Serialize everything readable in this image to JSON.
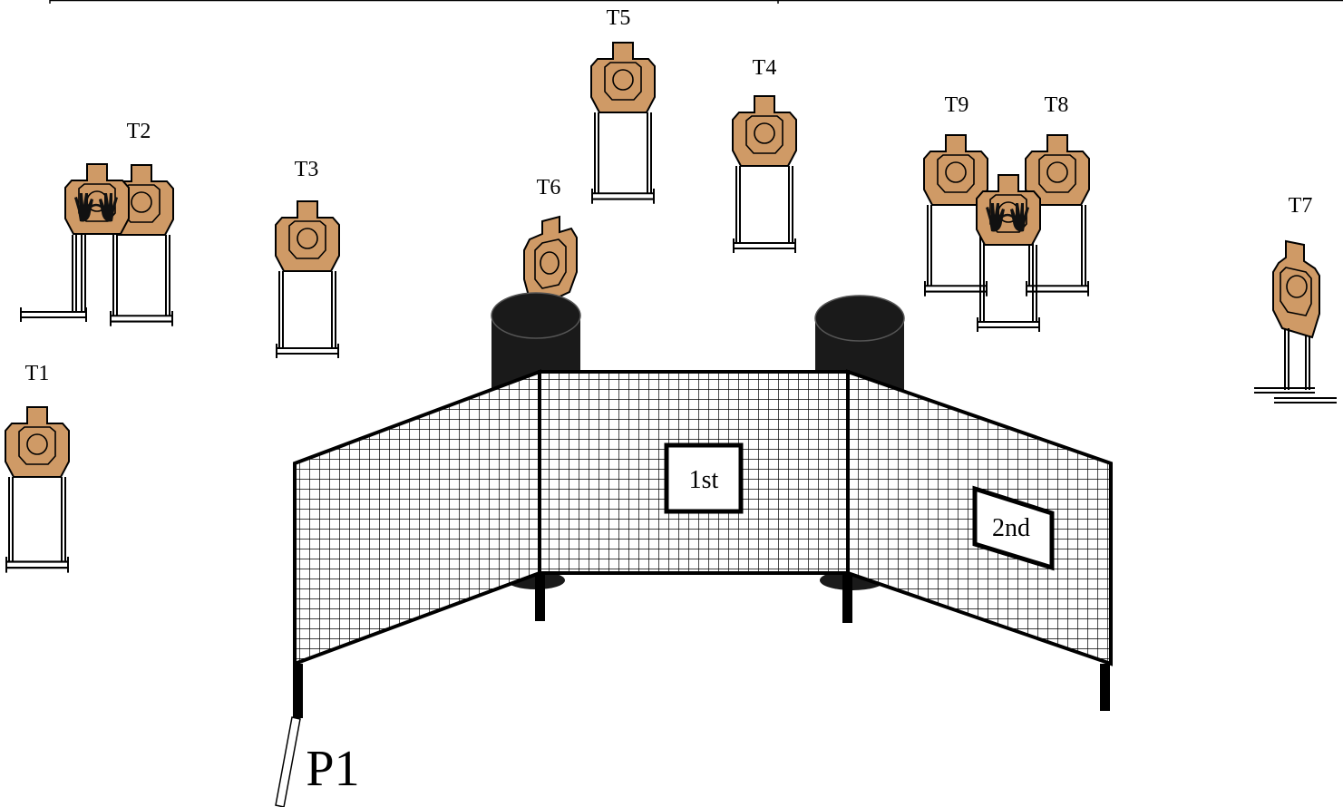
{
  "targets": [
    {
      "id": "t1",
      "label": "T1",
      "no_shoot": false
    },
    {
      "id": "t2",
      "label": "T2",
      "no_shoot": true
    },
    {
      "id": "t3",
      "label": "T3",
      "no_shoot": false
    },
    {
      "id": "t4",
      "label": "T4",
      "no_shoot": false
    },
    {
      "id": "t5",
      "label": "T5",
      "no_shoot": false
    },
    {
      "id": "t6",
      "label": "T6",
      "no_shoot": false
    },
    {
      "id": "t7",
      "label": "T7",
      "no_shoot": false
    },
    {
      "id": "t8",
      "label": "T8",
      "no_shoot": true
    },
    {
      "id": "t9",
      "label": "T9",
      "no_shoot": false
    }
  ],
  "position": {
    "label": "P1"
  },
  "signs": {
    "first": "1st",
    "second": "2nd"
  },
  "colors": {
    "target": "#CF9A66",
    "barrel": "#1a1a1a",
    "fence": "#000000",
    "background": "#ffffff"
  },
  "icons": {
    "no_shoot": "hands-icon",
    "barrel": "barrel-icon",
    "fault_line": "fault-line-icon"
  }
}
